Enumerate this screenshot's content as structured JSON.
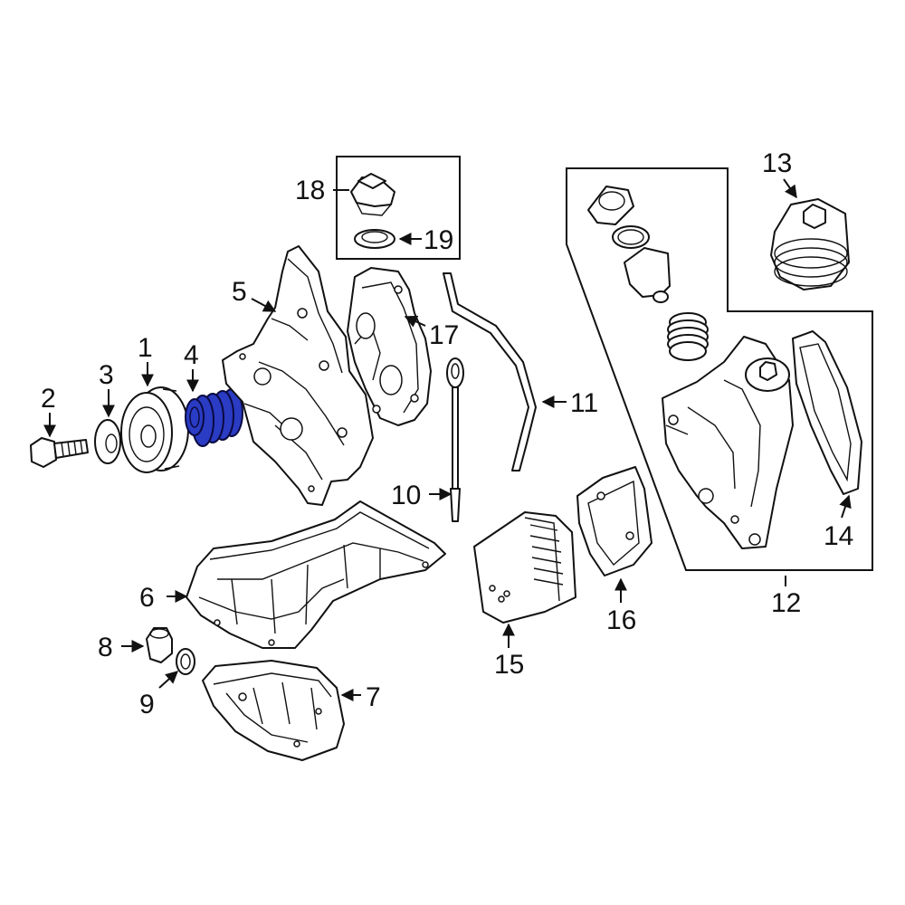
{
  "diagram": {
    "highlight_color": "#2a3bc4",
    "callouts": [
      {
        "id": "1",
        "label": "1"
      },
      {
        "id": "2",
        "label": "2"
      },
      {
        "id": "3",
        "label": "3"
      },
      {
        "id": "4",
        "label": "4"
      },
      {
        "id": "5",
        "label": "5"
      },
      {
        "id": "6",
        "label": "6"
      },
      {
        "id": "7",
        "label": "7"
      },
      {
        "id": "8",
        "label": "8"
      },
      {
        "id": "9",
        "label": "9"
      },
      {
        "id": "10",
        "label": "10"
      },
      {
        "id": "11",
        "label": "11"
      },
      {
        "id": "12",
        "label": "12"
      },
      {
        "id": "13",
        "label": "13"
      },
      {
        "id": "14",
        "label": "14"
      },
      {
        "id": "15",
        "label": "15"
      },
      {
        "id": "16",
        "label": "16"
      },
      {
        "id": "17",
        "label": "17"
      },
      {
        "id": "18",
        "label": "18"
      },
      {
        "id": "19",
        "label": "19"
      }
    ]
  }
}
